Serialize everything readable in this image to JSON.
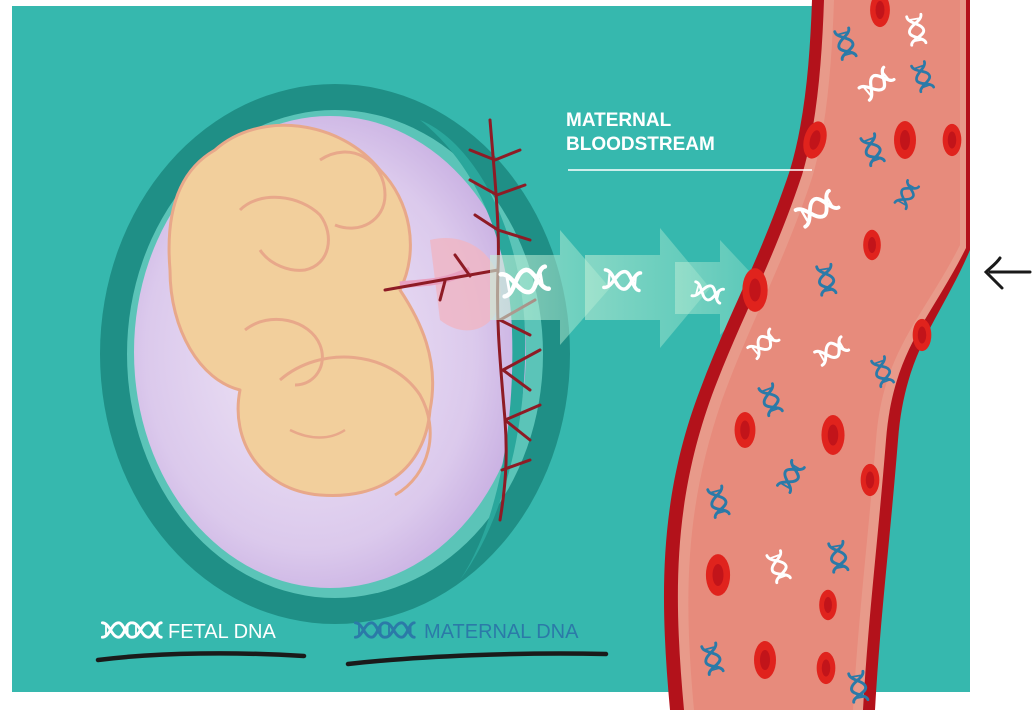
{
  "callout": {
    "line1": "MATERNAL",
    "line2": "BLOODSTREAM"
  },
  "legend": {
    "fetal": "FETAL DNA",
    "maternal": "MATERNAL DNA"
  },
  "colors": {
    "background": "#36b8ae",
    "uterus_ring": "#1f8f86",
    "womb": "#d9c6ea",
    "fetus": "#f2cf9c",
    "fetus_outline": "#e8a88a",
    "vessel_wall": "#b3121b",
    "blood": "#e89a8a",
    "red_cell": "#e0231d",
    "fetal_dna": "#ffffff",
    "maternal_dna": "#2b7aa8",
    "annotation_ink": "#1a1a1a"
  },
  "icons": [
    "dna-helix-icon",
    "red-blood-cell-icon",
    "arrow-left-icon"
  ]
}
